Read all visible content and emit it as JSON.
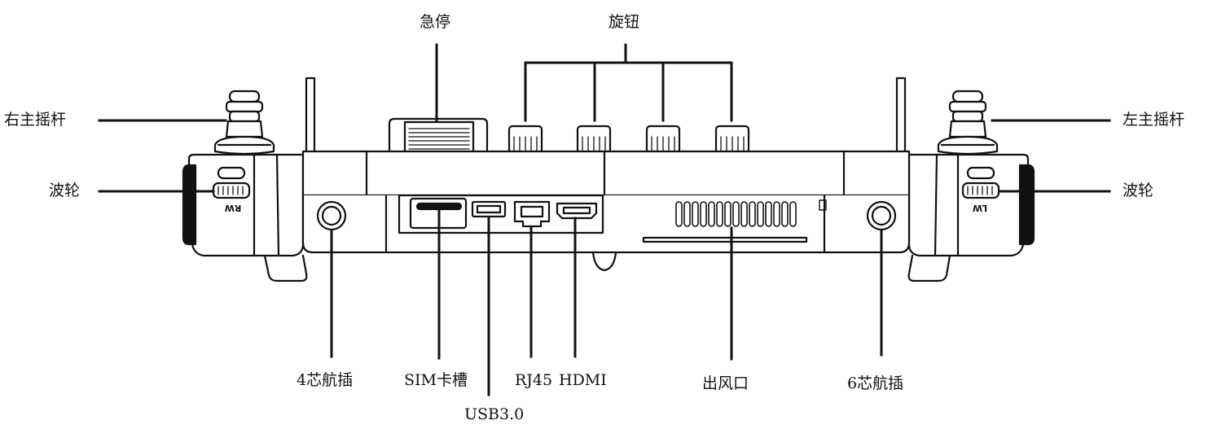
{
  "labels": {
    "emergency_stop": "急停",
    "knobs": "旋钮",
    "right_main_joystick": "右主摇杆",
    "left_main_joystick": "左主摇杆",
    "scroll_wheel_right": "波轮",
    "scroll_wheel_left": "波轮",
    "aviation_plug_4pin": "4芯航插",
    "sim_slot": "SIM卡槽",
    "usb30": "USB3.0",
    "rj45": "RJ45",
    "hdmi": "HDMI",
    "air_outlet": "出风口",
    "aviation_plug_6pin": "6芯航插"
  },
  "device_markings": {
    "right_wheel_mark": "RW",
    "left_wheel_mark": "LW"
  }
}
